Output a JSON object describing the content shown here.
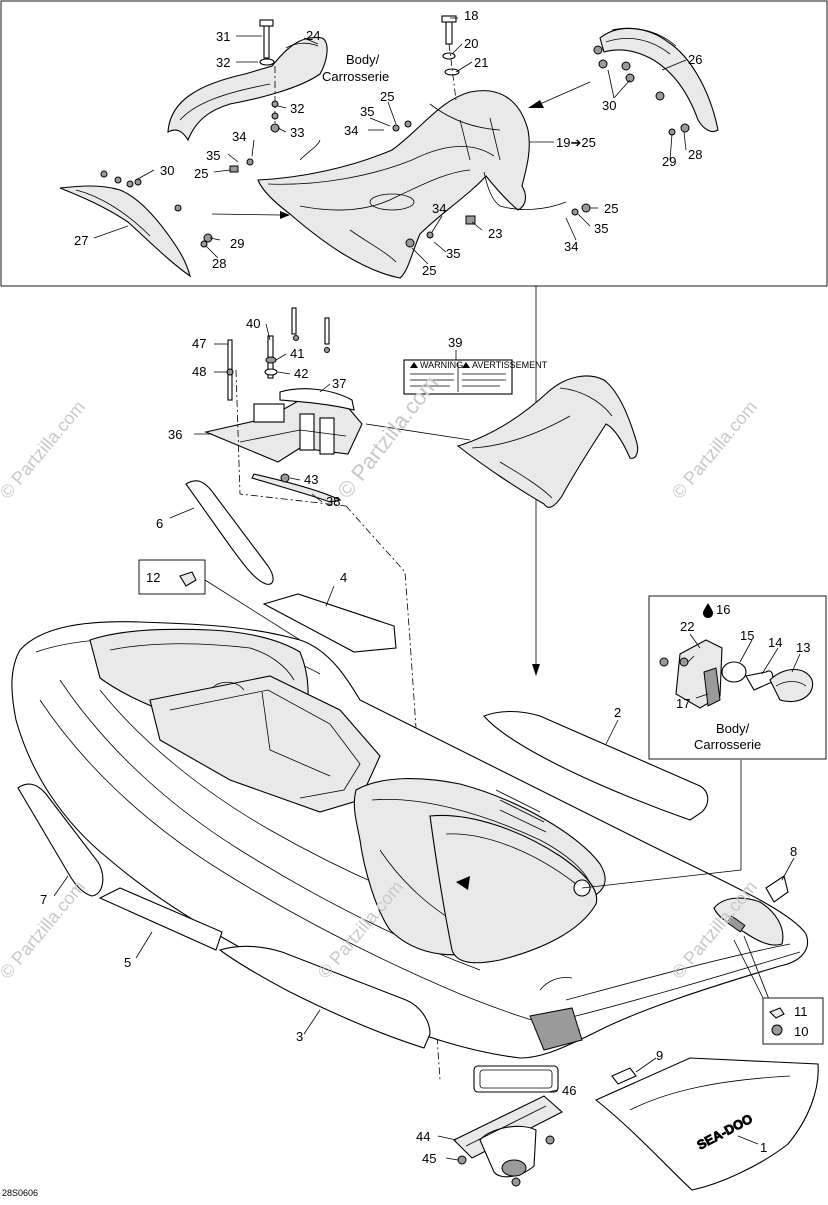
{
  "diagram": {
    "figure_code": "28S0606",
    "watermark_text": "© Partzilla.com",
    "body_note_top": [
      "Body/",
      "Carrosserie"
    ],
    "body_note_inset": [
      "Body/",
      "Carrosserie"
    ],
    "label_19_25": "19➔25",
    "label_16": "16",
    "brand_text": "SEA-DOO",
    "callouts": [
      "1",
      "2",
      "3",
      "4",
      "5",
      "6",
      "7",
      "8",
      "9",
      "10",
      "11",
      "12",
      "13",
      "14",
      "15",
      "17",
      "18",
      "20",
      "21",
      "22",
      "23",
      "24",
      "25",
      "26",
      "27",
      "28",
      "29",
      "30",
      "31",
      "32",
      "33",
      "34",
      "35",
      "36",
      "37",
      "38",
      "39",
      "40",
      "41",
      "42",
      "43",
      "44",
      "45",
      "46",
      "47",
      "48"
    ],
    "warning_decal": {
      "left_title": "WARNING",
      "right_title": "AVERTISSEMENT"
    }
  }
}
